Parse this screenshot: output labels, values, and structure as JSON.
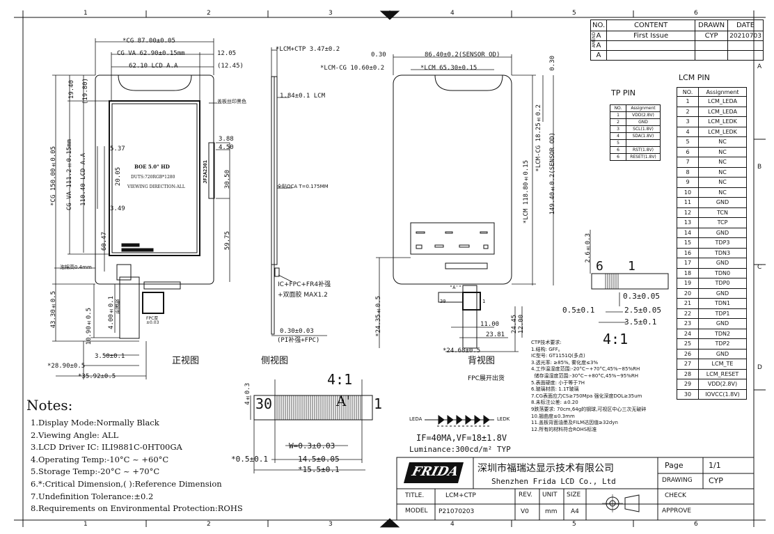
{
  "frame": {
    "columns": [
      "1",
      "2",
      "3",
      "4",
      "5",
      "6"
    ],
    "rows": [
      "A",
      "B",
      "C",
      "D"
    ]
  },
  "revision": {
    "headers": [
      "NO.",
      "CONTENT",
      "DRAWN",
      "DATE"
    ],
    "side_label": "AMEND",
    "rows": [
      {
        "no": "A",
        "content": "First Issue",
        "drawn": "CYP",
        "date": "20210703"
      },
      {
        "no": "A",
        "content": "",
        "drawn": "",
        "date": ""
      },
      {
        "no": "A",
        "content": "",
        "drawn": "",
        "date": ""
      }
    ]
  },
  "front_view": {
    "title": "正视图",
    "dims": {
      "cg_width": "*CG 87.00±0.05",
      "cg_va": "CG VA 62.90±0.15mm",
      "lcd_aa": "62.10 LCD A.A",
      "r1205": "12.05",
      "r1245": "(12.45)",
      "d1940": "19.40",
      "d1980": "(19.80)",
      "cg150": "*CG 150.00±0.05",
      "cg_va_h": "CG VA 111.2±0.15mm",
      "lcd_aa_h": "110.40 LCD A.A",
      "d537": "5.37",
      "d2005": "20.05",
      "d349": "3.49",
      "d6047": "60.47",
      "d388": "3.88",
      "d450": "4.50",
      "d3050": "30.50",
      "d5975": "59.75",
      "d4330": "43.30±0.5",
      "d1090": "10.90±0.5",
      "d400": "4.00±0.1",
      "d350": "3.50±0.1",
      "d2890": "*28.90±0.5",
      "d3592": "*35.92±0.5",
      "silk_note": "盖板丝印黑色",
      "tape_note": "泡棉高0.4mm",
      "stiff_note": "补强板",
      "fpc_note": "FPC厚\n±0.03"
    },
    "panel_text": [
      "BOE 5.0\" HD",
      "DUTS:720RGB*1280",
      "VIEWING DIRECTION:ALL"
    ],
    "side_label": "JF2A2301"
  },
  "side_view": {
    "title": "侧视图",
    "dims": {
      "lcm_ctp": "*LCM+CTP 3.47±0.2",
      "lcm184": "1.84±0.1 LCM",
      "oca": "全贴OCA T=0.175MM",
      "fpc_note1": "IC+FPC+FR4补强",
      "fpc_note2": "+双面胶 MAX1.2",
      "fpc_th": "0.30±0.03",
      "fpc_th2": "(PI补强+FPC)"
    }
  },
  "back_view": {
    "title": "背视图",
    "sub": "FPC展开出货",
    "dims": {
      "d030": "0.30",
      "sensor_od": "86.40±0.2(SENSOR OD)",
      "lcm_cg": "*LCM-CG 10.60±0.2",
      "lcm_w": "*LCM 65.30±0.15",
      "d030r": "0.30",
      "lcm_cg_v": "*LCM-CG 18.25±0.2",
      "lcm_h": "*LCM 118.80±0.15",
      "sensor_h": "149.40±0.2(SENSOR OD)",
      "d2435": "*24.35±0.5",
      "d1100": "11.00",
      "d2381": "23.81",
      "d2468": "*24.68±0.5",
      "d2445": "24.45",
      "d1200": "12.00",
      "A": "\"A'\"",
      "d30": "30",
      "d1": "1"
    }
  },
  "tp_pin": {
    "title": "TP PIN",
    "headers": [
      "NO.",
      "Assignment"
    ],
    "rows": [
      [
        "1",
        "VDD(2.8V)"
      ],
      [
        "2",
        "GND"
      ],
      [
        "3",
        "SCL(1.8V)"
      ],
      [
        "4",
        "SDA(1.8V)"
      ],
      [
        "5",
        ""
      ],
      [
        "6",
        "RST(1.8V)"
      ],
      [
        "6",
        "RESET(1.8V)"
      ]
    ]
  },
  "lcm_pin": {
    "title": "LCM PIN",
    "headers": [
      "NO.",
      "Assignment"
    ],
    "rows": [
      [
        "1",
        "LCM_LEDA"
      ],
      [
        "2",
        "LCM_LEDA"
      ],
      [
        "3",
        "LCM_LEDK"
      ],
      [
        "4",
        "LCM_LEDK"
      ],
      [
        "5",
        "NC"
      ],
      [
        "6",
        "NC"
      ],
      [
        "7",
        "NC"
      ],
      [
        "8",
        "NC"
      ],
      [
        "9",
        "NC"
      ],
      [
        "10",
        "NC"
      ],
      [
        "11",
        "GND"
      ],
      [
        "12",
        "TCN"
      ],
      [
        "13",
        "TCP"
      ],
      [
        "14",
        "GND"
      ],
      [
        "15",
        "TDP3"
      ],
      [
        "16",
        "TDN3"
      ],
      [
        "17",
        "GND"
      ],
      [
        "18",
        "TDN0"
      ],
      [
        "19",
        "TDP0"
      ],
      [
        "20",
        "GND"
      ],
      [
        "21",
        "TDN1"
      ],
      [
        "22",
        "TDP1"
      ],
      [
        "23",
        "GND"
      ],
      [
        "24",
        "TDN2"
      ],
      [
        "25",
        "TDP2"
      ],
      [
        "26",
        "GND"
      ],
      [
        "27",
        "LCM_TE"
      ],
      [
        "28",
        "LCM_RESET"
      ],
      [
        "29",
        "VDD(2.8V)"
      ],
      [
        "30",
        "IOVCC(1.8V)"
      ]
    ]
  },
  "detail_right": {
    "d26": "2.6±0.3",
    "n6": "6",
    "n1": "1",
    "d03": "0.3±0.05",
    "d05": "0.5±0.1",
    "d25": "2.5±0.05",
    "d35": "3.5±0.1",
    "scale": "4:1"
  },
  "detail_bottom": {
    "scale": "4:1",
    "label": "A'",
    "n30": "30",
    "n1": "1",
    "d4": "4±0.3",
    "w": "W=0.3±0.03",
    "d05": "*0.5±0.1",
    "d145": "14.5±0.05",
    "d155": "*15.5±0.1"
  },
  "ctp_spec": {
    "title": "CTP技术要求:",
    "lines": [
      "1.结构: GFF。",
      "IC型号: GT1151Q(多点)",
      "3.透光率: ≥85%, 雾化度≤3%",
      "4.工作温湿度范围:-20°C~+70°C,45%~85%RH",
      "  储存温湿度范围:-30°C~+80°C,45%~95%RH",
      "5.表面硬度: 小于等于7H",
      "6.玻璃材质: 1.1T玻璃",
      "7.CG表面应力CS≥750Mpa 强化深度DOL≥35um",
      "8.未标注公差: ±0.20",
      "9跌落要求: 70cm,64g的钢球,可视区中心三次无破碎",
      "10.翘曲度≤0.3mm",
      "11.盖板背面油墨及FILM达因值≥32dyn",
      "12.所有的材料符合ROHS标准"
    ]
  },
  "led": {
    "leda": "LEDA",
    "ledk": "LEDK",
    "if_vf": "IF=40MA,VF=18±1.8V",
    "lum": "Luminance:300cd/m² TYP"
  },
  "notes": {
    "title": "Notes:",
    "items": [
      "1.Display Mode:Normally Black",
      "2.Viewing Angle: ALL",
      "3.LCD Driver IC: ILI9881C-0HT00GA",
      "4.Operating Temp:-10°C ~ +60°C",
      "5.Storage Temp:-20°C ~ +70°C",
      "6.*:Critical Dimension,( ):Reference Dimension",
      "7.Undefinition Tolerance:±0.2",
      "8.Requirements on Environmental Protection:ROHS"
    ]
  },
  "title_block": {
    "logo": "FRIDA",
    "company_cn": "深圳市福瑞达显示技术有限公司",
    "company_en": "Shenzhen Frida LCD Co., Ltd",
    "page_label": "Page",
    "page_value": "1/1",
    "drawing_label": "DRAWING",
    "drawing_value": "CYP",
    "check_label": "CHECK",
    "approve_label": "APPROVE",
    "title_label": "TITLE.",
    "title_value": "LCM+CTP",
    "rev_label": "REV.",
    "unit_label": "UNIT",
    "size_label": "SIZE",
    "model_label": "MODEL",
    "model_value": "P21070203",
    "rev_value": "V0",
    "unit_value": "mm",
    "size_value": "A4"
  }
}
